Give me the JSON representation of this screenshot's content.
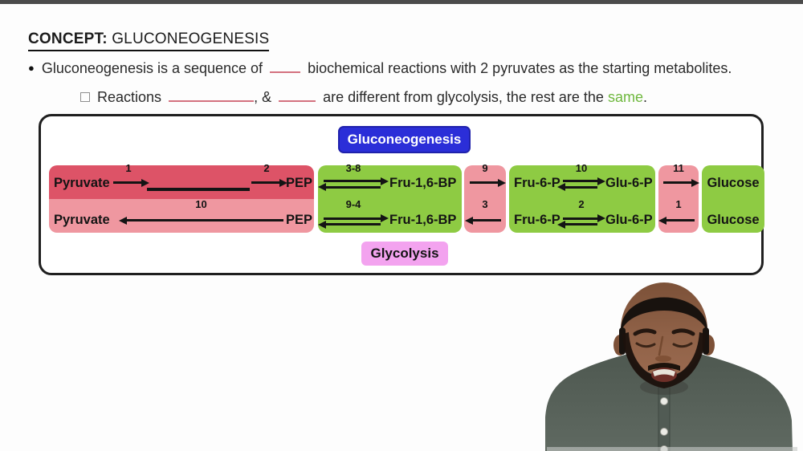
{
  "colors": {
    "accent-blue": "#2b2ed8",
    "pathway-green": "#8ecb43",
    "dark-red": "#dd5367",
    "light-pink": "#ef97a0",
    "glycolysis-pink": "#f3a3ef",
    "same-green": "#6fb83e",
    "blank-red": "#d4717f",
    "top-bar-gray": "#4b4b4b"
  },
  "header": {
    "label": "CONCEPT:",
    "title": "GLUCONEOGENESIS"
  },
  "bullets": {
    "dot": "●",
    "main_pre": "Gluconeogenesis is a sequence of",
    "main_post": "biochemical reactions with 2 pyruvates as the starting metabolites.",
    "sub_pre": "Reactions",
    "sub_mid": ", &",
    "sub_post": "are different from glycolysis, the rest are the",
    "sub_highlight": "same",
    "sub_end": "."
  },
  "diagram": {
    "badge_top": "Gluconeogenesis",
    "badge_bottom": "Glycolysis",
    "row1": {
      "pyruvate": "Pyruvate",
      "step_a": "1",
      "step_b": "2",
      "pep": "PEP",
      "steps_fbp": "3-8",
      "fbp": "Fru-1,6-BP",
      "step_f6p": "9",
      "f6p": "Fru-6-P",
      "step_g6p": "10",
      "g6p": "Glu-6-P",
      "step_glc": "11",
      "glucose": "Glucose"
    },
    "row2": {
      "pyruvate": "Pyruvate",
      "step_pep": "10",
      "pep": "PEP",
      "steps_fbp": "9-4",
      "fbp": "Fru-1,6-BP",
      "step_f6p": "3",
      "f6p": "Fru-6-P",
      "step_g6p": "2",
      "g6p": "Glu-6-P",
      "step_glc": "1",
      "glucose": "Glucose"
    }
  }
}
